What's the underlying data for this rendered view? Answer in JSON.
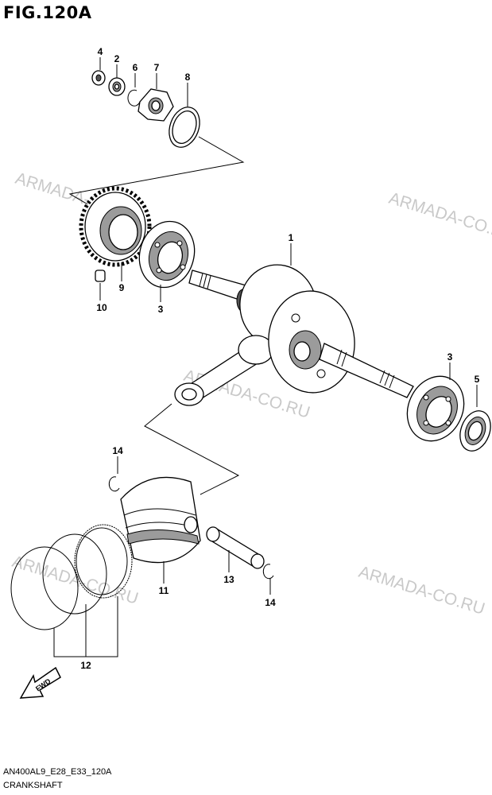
{
  "figure": {
    "title": "FIG.120A",
    "code": "AN400AL9_E28_E33_120A",
    "caption": "CRANKSHAFT"
  },
  "watermarks": [
    "ARMADA-CO.RU",
    "ARMADA-CO.RU",
    "ARMADA-CO.RU",
    "ARMADA-CO.RU",
    "ARMADA-CO.RU"
  ],
  "direction_label": "FWD",
  "part_labels": {
    "p4": "4",
    "p2": "2",
    "p6": "6",
    "p7": "7",
    "p8": "8",
    "p9": "9",
    "p10": "10",
    "p3a": "3",
    "p1": "1",
    "p3b": "3",
    "p5": "5",
    "p14a": "14",
    "p11": "11",
    "p13": "13",
    "p14b": "14",
    "p12": "12"
  }
}
